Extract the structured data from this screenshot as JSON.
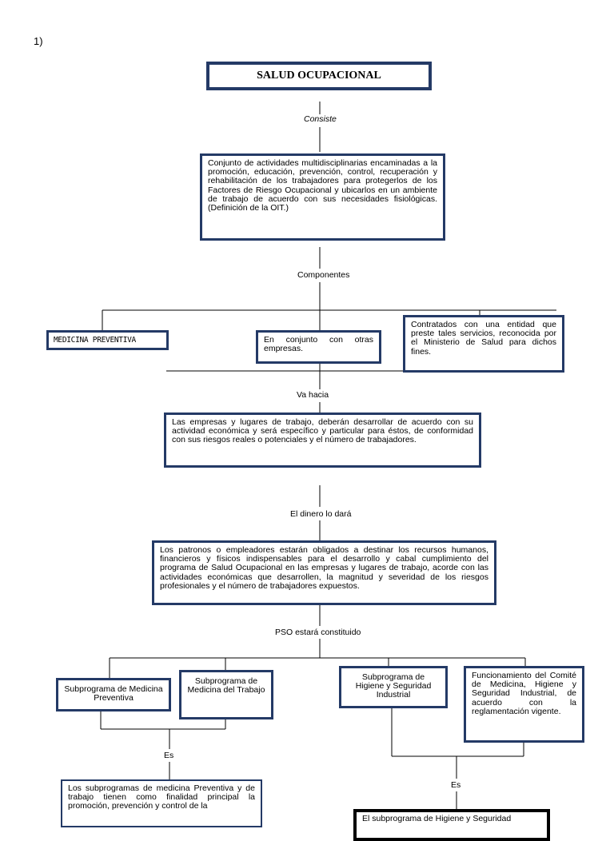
{
  "page_number": "1)",
  "title": "SALUD OCUPACIONAL",
  "connectors": {
    "consiste": "Consiste",
    "componentes": "Componentes",
    "va_hacia": "Va hacia",
    "dinero": "El dinero lo dará",
    "pso": "PSO estará constituido",
    "es_left": "Es",
    "es_right": "Es"
  },
  "boxes": {
    "definicion": "Conjunto de actividades multidisciplinarias encaminadas a la promoción, educación, prevención, control, recuperación y rehabilitación de los trabajadores para protegerlos de los Factores de Riesgo Ocupacional y ubicarlos en un ambiente de trabajo de acuerdo con sus necesidades fisiológicas. (Definición de la OIT.)",
    "medicina_preventiva": "MEDICINA PREVENTIVA",
    "conjunto_empresas": "En conjunto con otras empresas.",
    "contratados": "Contratados con una entidad que preste tales servicios, reconocida por el Ministerio de Salud para dichos fines.",
    "empresas_lugares": "Las empresas y lugares de trabajo, deberán desarrollar de acuerdo con su actividad económica y será específico y particular para éstos, de conformidad con sus riesgos reales o potenciales y el número de trabajadores.",
    "patronos": "Los patronos o empleadores estarán obligados a destinar los recursos humanos, financieros y físicos indispensables para el desarrollo y cabal cumplimiento del programa de Salud Ocupacional en las empresas y lugares de trabajo, acorde con las actividades económicas que desarrollen, la magnitud y severidad de los riesgos profesionales y el número de trabajadores expuestos.",
    "sub_med_preventiva": "Subprograma de Medicina Preventiva",
    "sub_med_trabajo": "Subprograma de Medicina del Trabajo",
    "sub_higiene": "Subprograma de Higiene y Seguridad Industrial",
    "funcionamiento": "Funcionamiento del Comité de Medicina, Higiene y Seguridad Industrial, de acuerdo con la reglamentación vigente.",
    "subprogramas_finalidad": "Los subprogramas de medicina Preventiva y de trabajo tienen como finalidad principal la promoción, prevención y control de la",
    "sub_higiene_def": "El subprograma de Higiene y Seguridad"
  },
  "colors": {
    "box_border": "#243a66",
    "line": "#000000"
  }
}
